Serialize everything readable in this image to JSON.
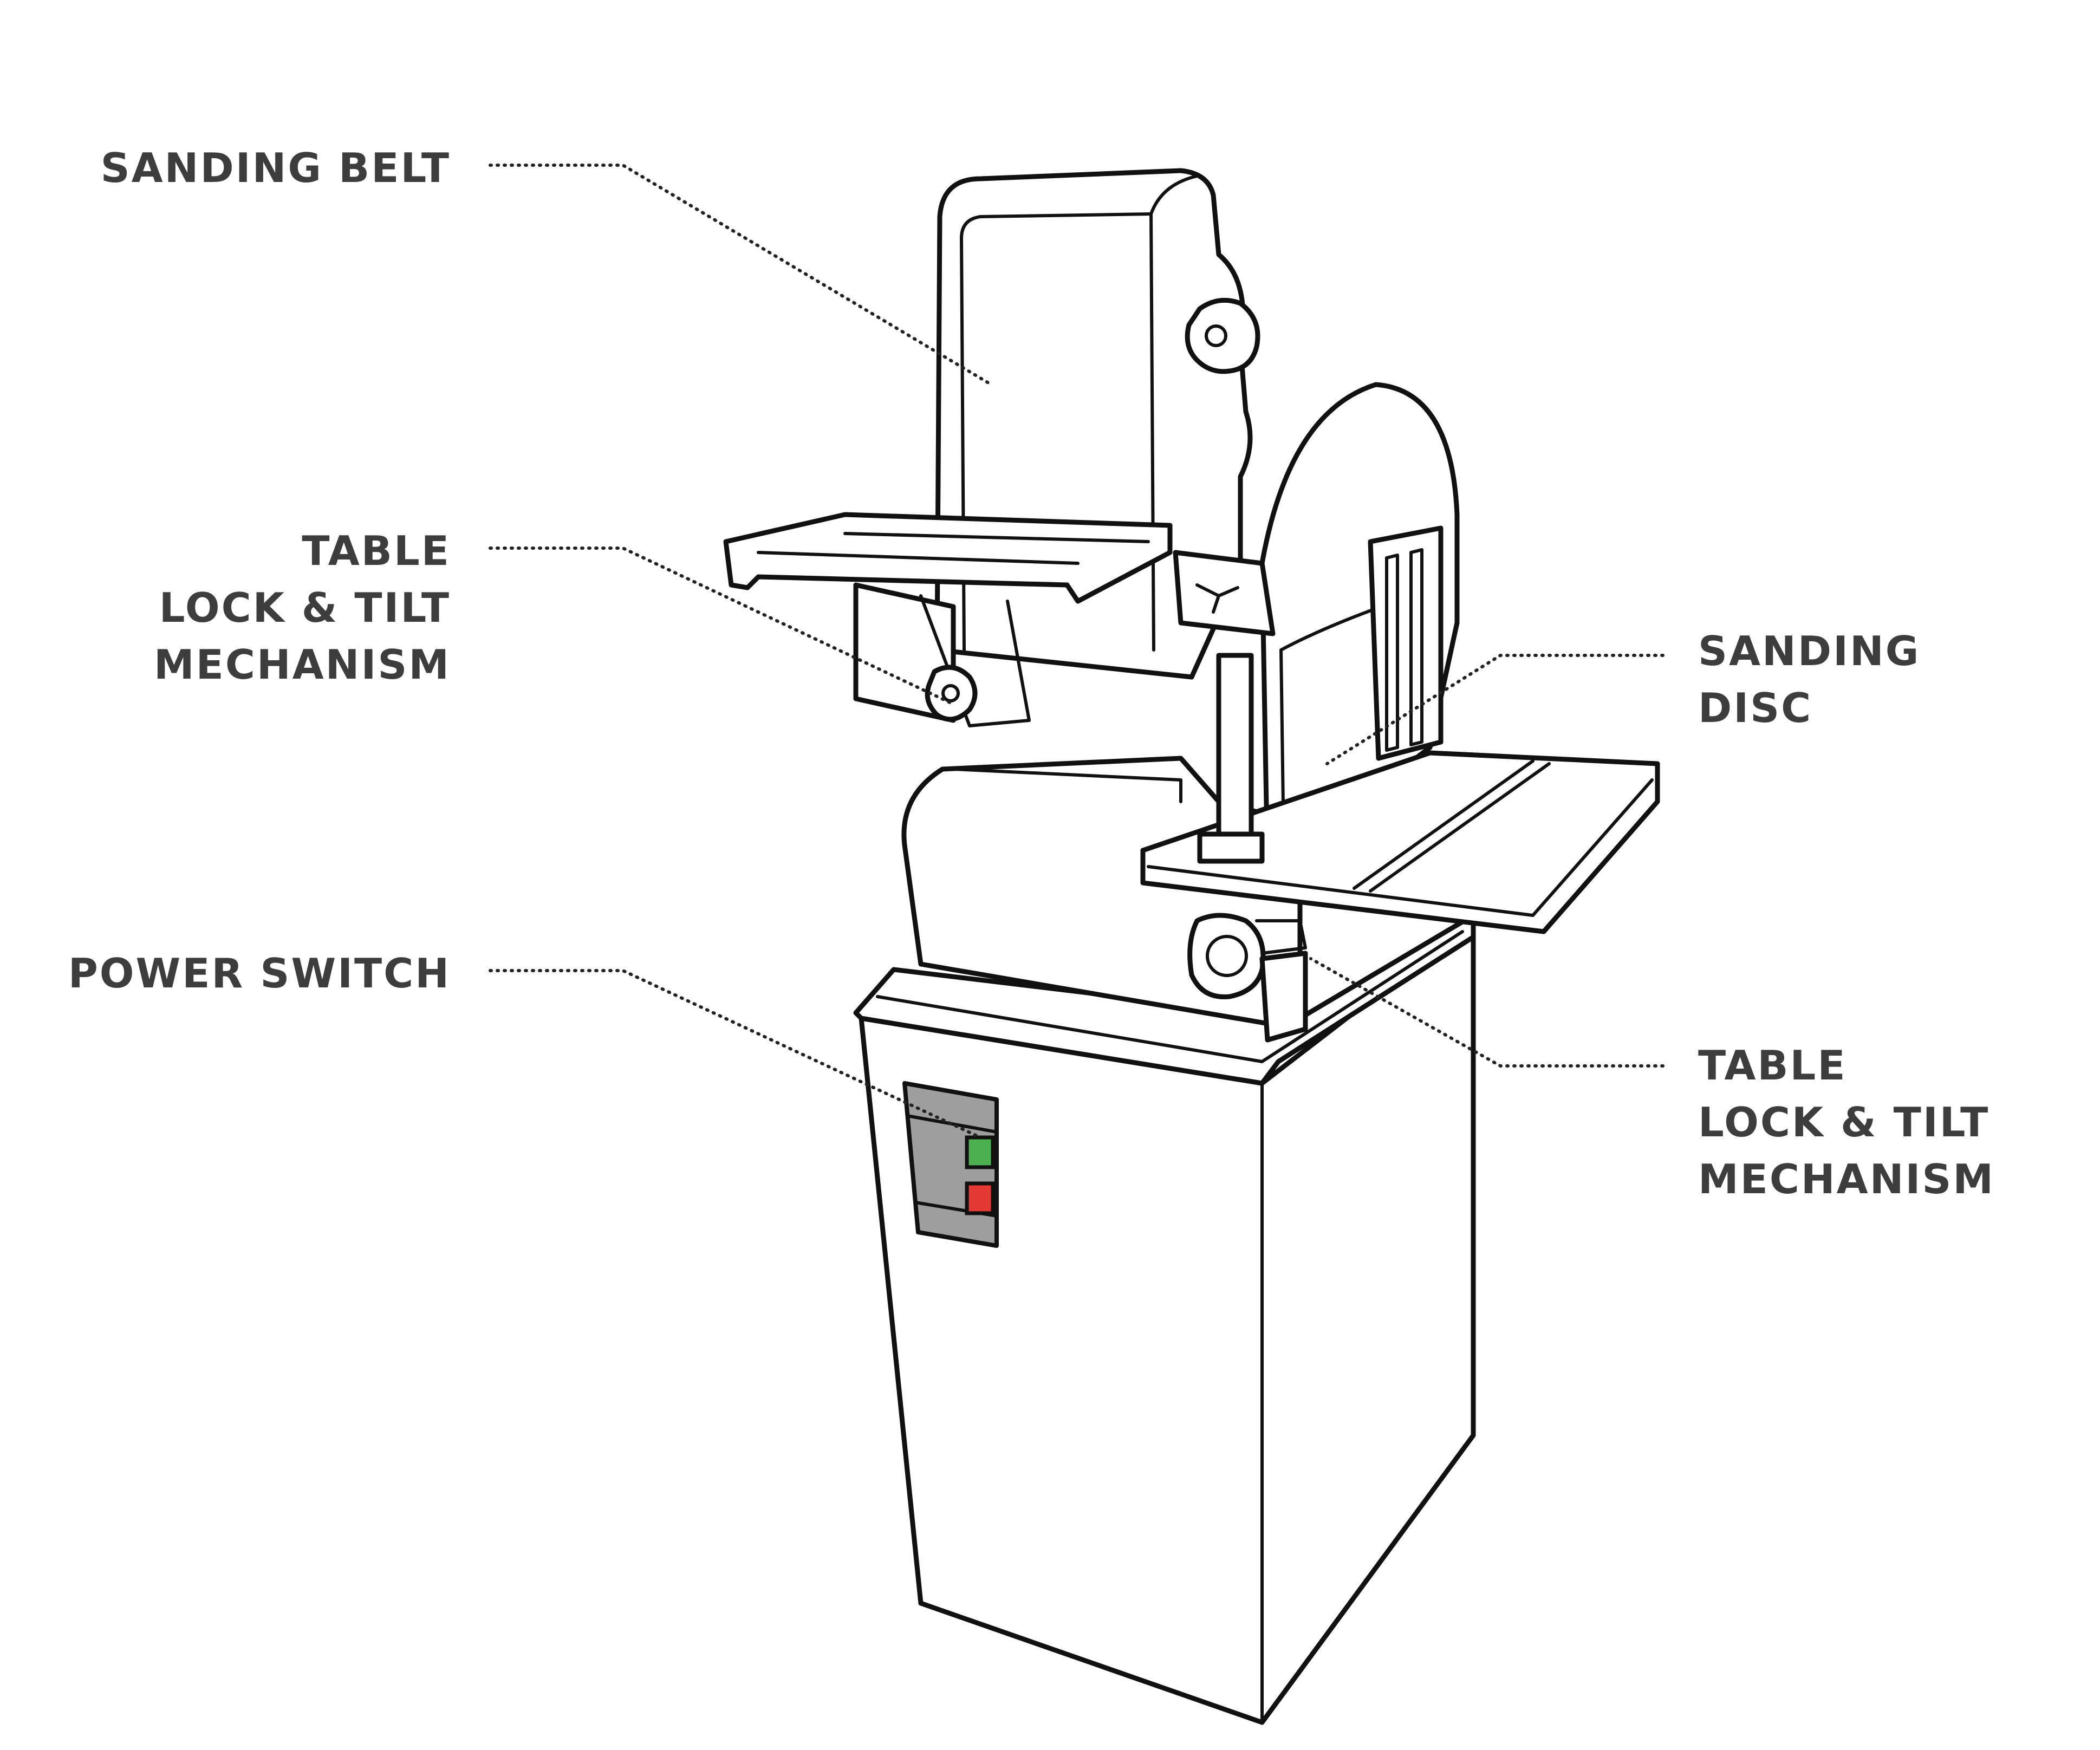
{
  "colors": {
    "label_text": "#3d3d3d",
    "switch_panel": "#9e9e9e",
    "start_button": "#4caf50",
    "stop_button": "#e53935",
    "outline": "#111111"
  },
  "labels": {
    "sanding_belt": {
      "lines": [
        "SANDING BELT"
      ]
    },
    "table_lock_left": {
      "lines": [
        "TABLE",
        "LOCK & TILT",
        "MECHANISM"
      ]
    },
    "power_switch": {
      "lines": [
        "POWER SWITCH"
      ]
    },
    "sanding_disc": {
      "lines": [
        "SANDING",
        "DISC"
      ]
    },
    "table_lock_right": {
      "lines": [
        "TABLE",
        "LOCK & TILT",
        "MECHANISM"
      ]
    }
  }
}
